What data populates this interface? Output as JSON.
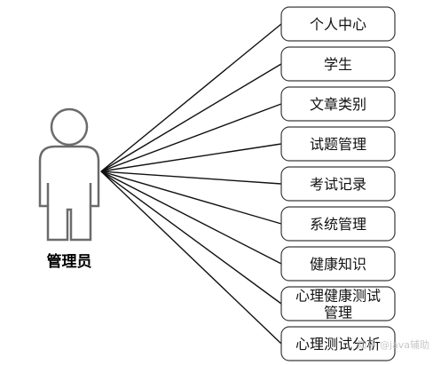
{
  "actor": {
    "name": "管理员"
  },
  "use_cases": [
    {
      "lines": [
        "个人中心"
      ]
    },
    {
      "lines": [
        "学生"
      ]
    },
    {
      "lines": [
        "文章类别"
      ]
    },
    {
      "lines": [
        "试题管理"
      ]
    },
    {
      "lines": [
        "考试记录"
      ]
    },
    {
      "lines": [
        "系统管理"
      ]
    },
    {
      "lines": [
        "健康知识"
      ]
    },
    {
      "lines": [
        "心理健康测试",
        "管理"
      ]
    },
    {
      "lines": [
        "心理测试分析"
      ]
    }
  ],
  "watermark": {
    "text": "知乎 @java辅助"
  }
}
